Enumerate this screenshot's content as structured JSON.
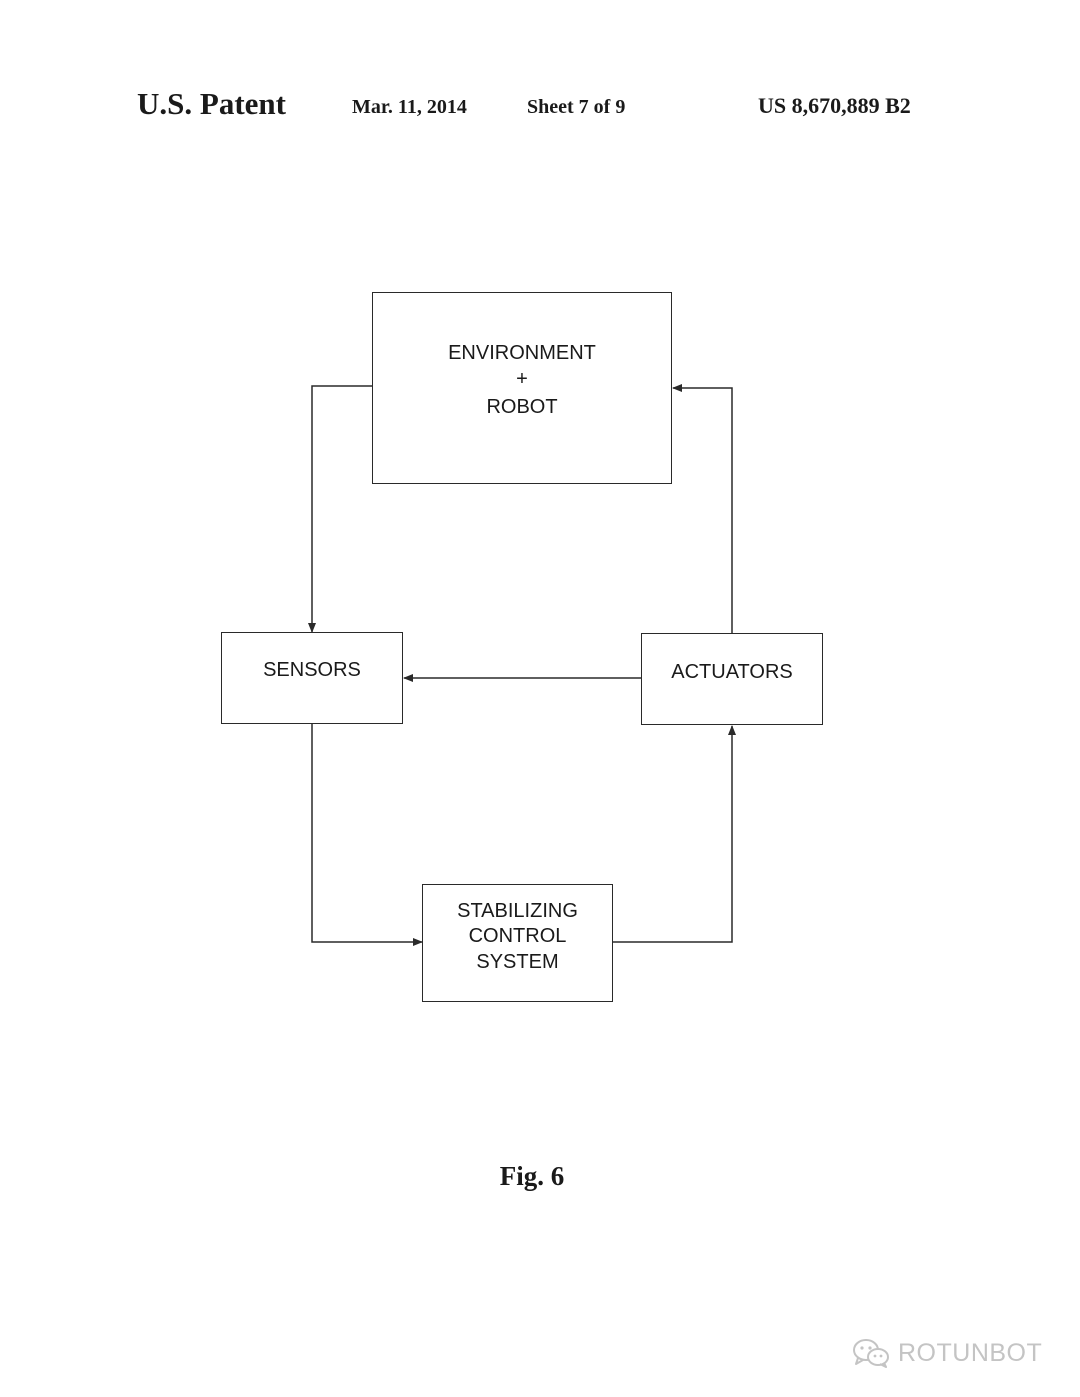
{
  "header": {
    "patent_label": "U.S. Patent",
    "date": "Mar. 11, 2014",
    "sheet": "Sheet 7 of 9",
    "patent_number": "US 8,670,889 B2"
  },
  "diagram": {
    "environment_box": {
      "line1": "ENVIRONMENT",
      "line2": "+",
      "line3": "ROBOT"
    },
    "sensors_box": {
      "label": "SENSORS"
    },
    "actuators_box": {
      "label": "ACTUATORS"
    },
    "stabilizing_box": {
      "line1": "STABILIZING",
      "line2": "CONTROL",
      "line3": "SYSTEM"
    },
    "connections": [
      {
        "from": "ENVIRONMENT + ROBOT",
        "to": "SENSORS"
      },
      {
        "from": "ACTUATORS",
        "to": "SENSORS"
      },
      {
        "from": "SENSORS",
        "to": "STABILIZING CONTROL SYSTEM"
      },
      {
        "from": "STABILIZING CONTROL SYSTEM",
        "to": "ACTUATORS"
      },
      {
        "from": "ACTUATORS",
        "to": "ENVIRONMENT + ROBOT"
      }
    ]
  },
  "figure_label": "Fig. 6",
  "watermark": {
    "icon": "wechat-icon",
    "text": "ROTUNBOT",
    "color": "#c4c4c4"
  }
}
